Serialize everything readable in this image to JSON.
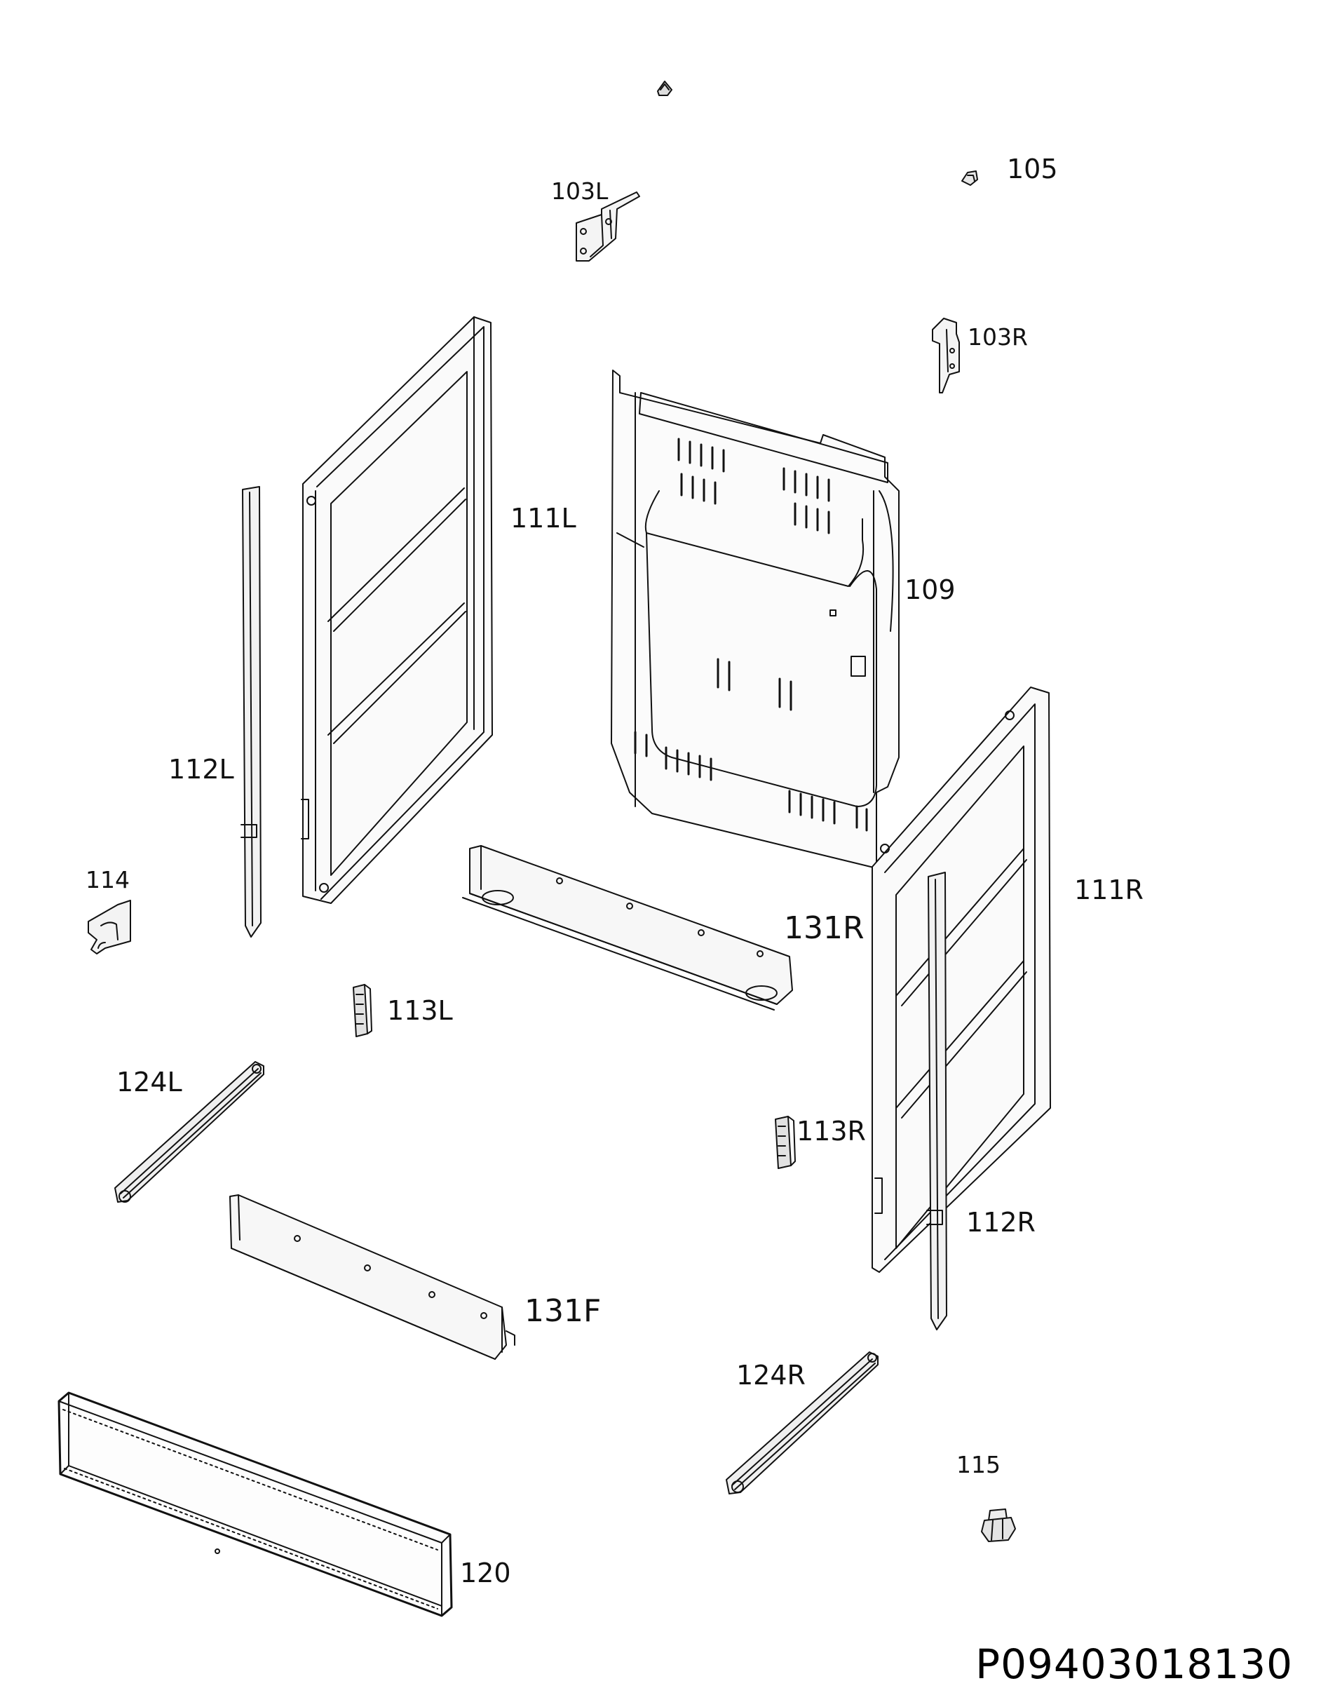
{
  "diagram": {
    "document_code": "P09403018130",
    "colors": {
      "line": "#111111",
      "background": "#ffffff",
      "text": "#111111"
    },
    "parts": [
      {
        "id": "103L",
        "label": "103L",
        "part": "bracket-left-icon"
      },
      {
        "id": "105",
        "label": "105",
        "part": "clip-icon"
      },
      {
        "id": "103R",
        "label": "103R",
        "part": "bracket-right-icon"
      },
      {
        "id": "111L",
        "label": "111L",
        "part": "side-panel-left-icon"
      },
      {
        "id": "109",
        "label": "109",
        "part": "back-panel-icon"
      },
      {
        "id": "112L",
        "label": "112L",
        "part": "side-strip-left-icon"
      },
      {
        "id": "114",
        "label": "114",
        "part": "hinge-clip-icon"
      },
      {
        "id": "111R",
        "label": "111R",
        "part": "side-panel-right-icon"
      },
      {
        "id": "131R",
        "label": "131R",
        "part": "rear-crossbar-icon"
      },
      {
        "id": "113L",
        "label": "113L",
        "part": "latch-left-icon"
      },
      {
        "id": "124L",
        "label": "124L",
        "part": "rail-left-icon"
      },
      {
        "id": "113R",
        "label": "113R",
        "part": "latch-right-icon"
      },
      {
        "id": "112R",
        "label": "112R",
        "part": "side-strip-right-icon"
      },
      {
        "id": "131F",
        "label": "131F",
        "part": "front-crossbar-icon"
      },
      {
        "id": "124R",
        "label": "124R",
        "part": "rail-right-icon"
      },
      {
        "id": "115",
        "label": "115",
        "part": "foot-icon"
      },
      {
        "id": "120",
        "label": "120",
        "part": "plinth-icon"
      }
    ]
  }
}
